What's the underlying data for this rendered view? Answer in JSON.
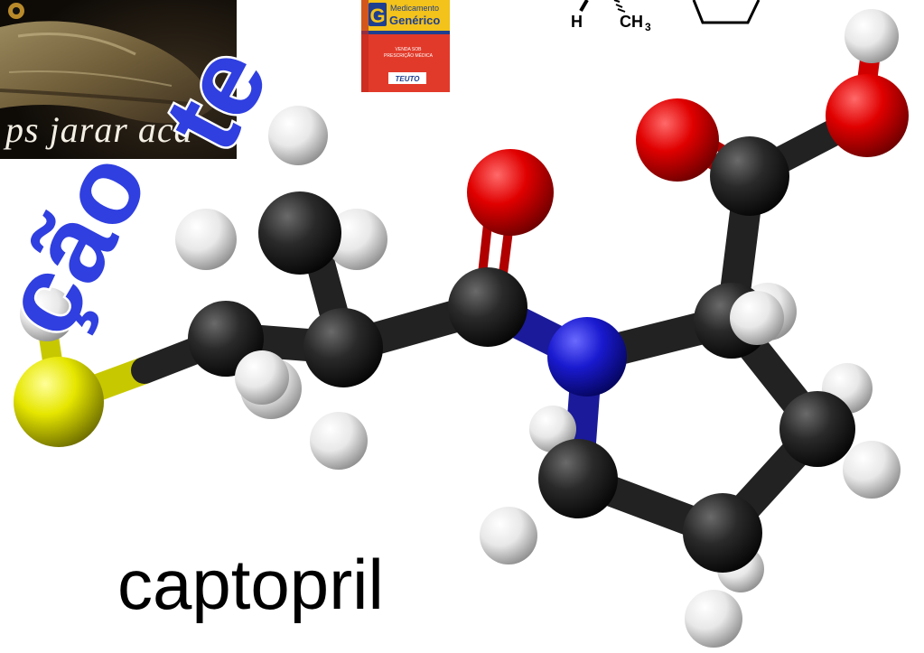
{
  "snake_photo": {
    "caption": "ps jarar aca"
  },
  "drug_box": {
    "badge_letter": "G",
    "line1": "Medicamento",
    "line2": "Genérico",
    "fine_print_1": "VENDA SOB",
    "fine_print_2": "PRESCRIÇÃO MÉDICA",
    "brand": "TEUTO"
  },
  "structure": {
    "atom_h": "H",
    "atom_ch3": "CH",
    "subscript": "3"
  },
  "watermark": {
    "fragment_1": "ção",
    "fragment_2": "te"
  },
  "molecule": {
    "name": "captopril",
    "colors": {
      "carbon": "#1c1c1c",
      "oxygen": "#d40000",
      "nitrogen": "#1a1ab8",
      "sulfur": "#e6e600",
      "hydrogen": "#f2f2f2"
    }
  }
}
